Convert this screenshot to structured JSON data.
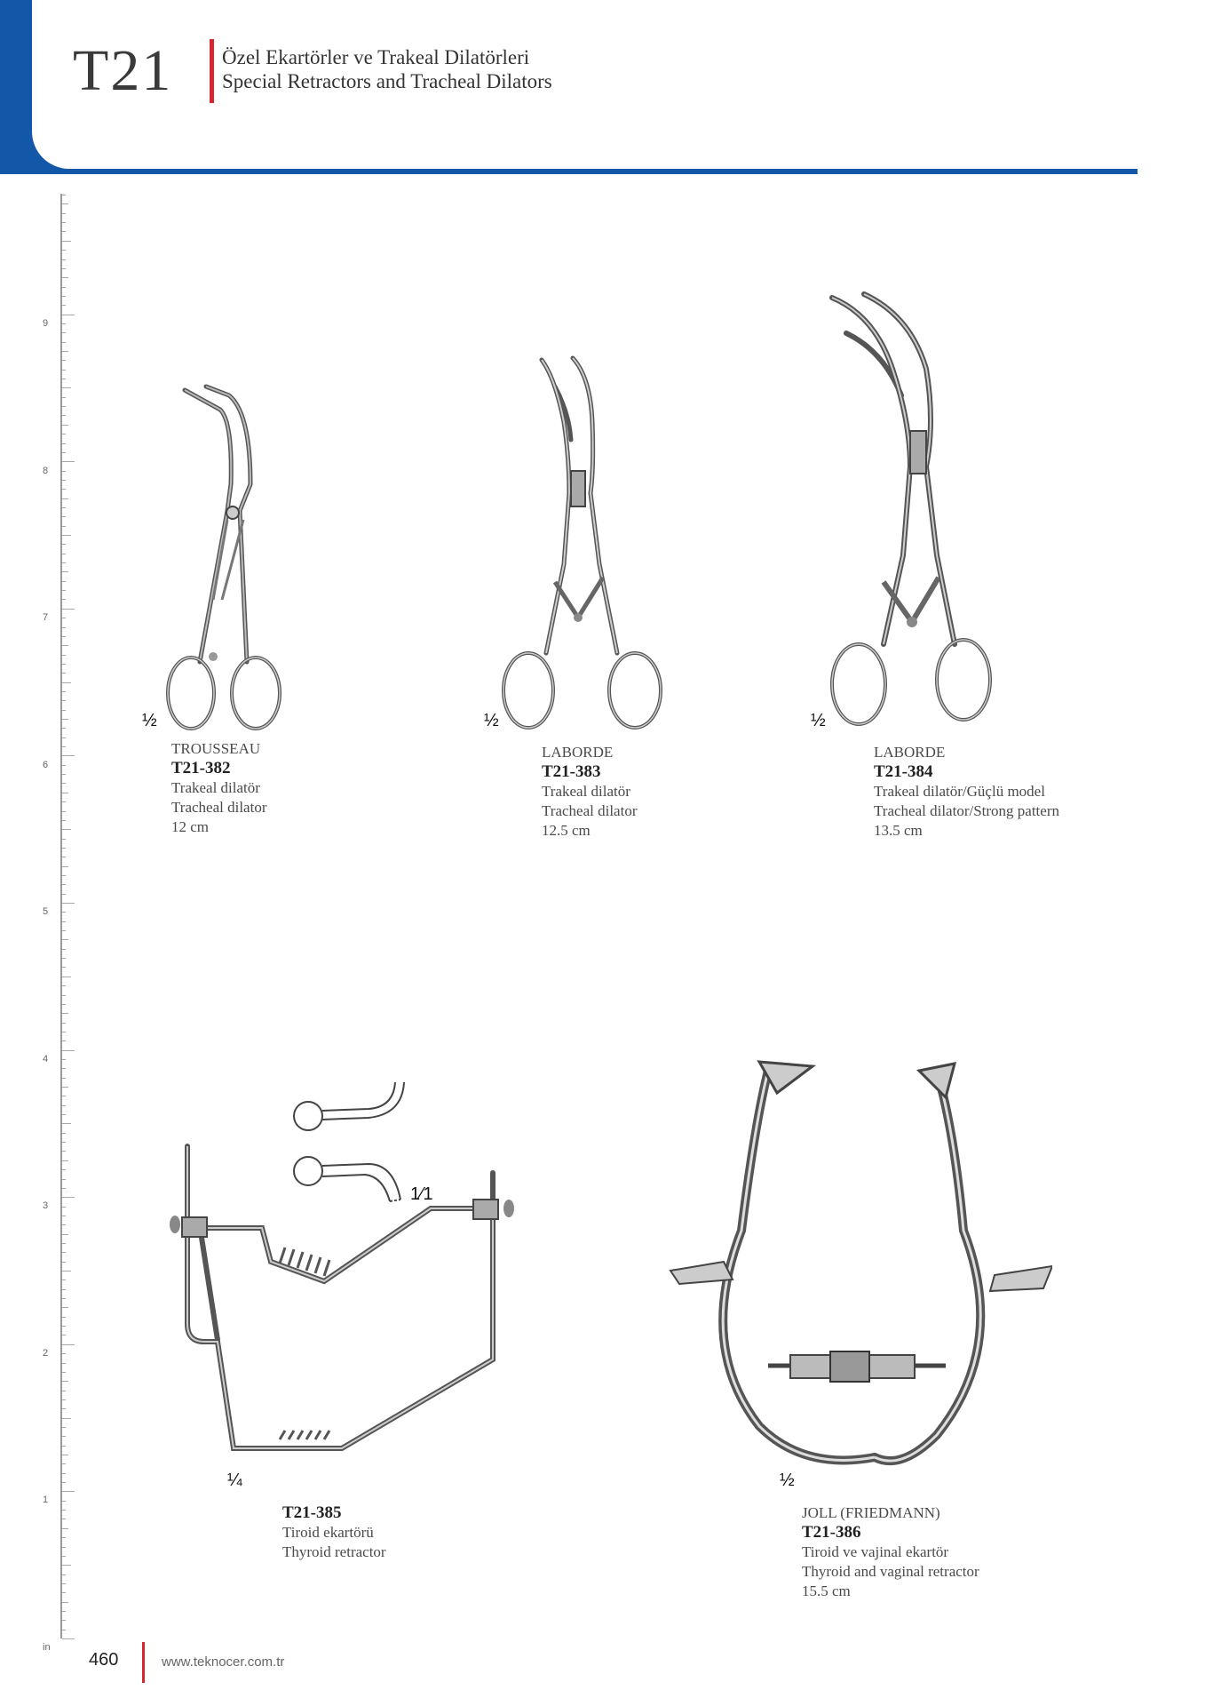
{
  "header": {
    "code": "T21",
    "title_tr": "Özel Ekartörler  ve  Trakeal Dilatörleri",
    "title_en": "Special Retractors and Tracheal Dilators"
  },
  "ruler": {
    "unit": "in",
    "numbers": [
      "9",
      "8",
      "7",
      "6",
      "5",
      "4",
      "3",
      "2",
      "1"
    ]
  },
  "products": [
    {
      "scale": "½",
      "name": "TROUSSEAU",
      "code": "T21-382",
      "desc_tr": "Trakeal dilatör",
      "desc_en": "Tracheal dilator",
      "size": "12 cm"
    },
    {
      "scale": "½",
      "name": "LABORDE",
      "code": "T21-383",
      "desc_tr": "Trakeal dilatör",
      "desc_en": "Tracheal dilator",
      "size": "12.5 cm"
    },
    {
      "scale": "½",
      "name": "LABORDE",
      "code": "T21-384",
      "desc_tr": "Trakeal dilatör/Güçlü model",
      "desc_en": "Tracheal dilator/Strong pattern",
      "size": "13.5 cm"
    },
    {
      "scale": "¼",
      "detail_scale": "1⁄1",
      "code": "T21-385",
      "desc_tr": "Tiroid ekartörü",
      "desc_en": "Thyroid retractor"
    },
    {
      "scale": "½",
      "name": "JOLL (FRIEDMANN)",
      "code": "T21-386",
      "desc_tr": "Tiroid ve vajinal ekartör",
      "desc_en": "Thyroid and vaginal retractor",
      "size": "15.5 cm"
    }
  ],
  "footer": {
    "page": "460",
    "website": "www.teknocer.com.tr"
  }
}
